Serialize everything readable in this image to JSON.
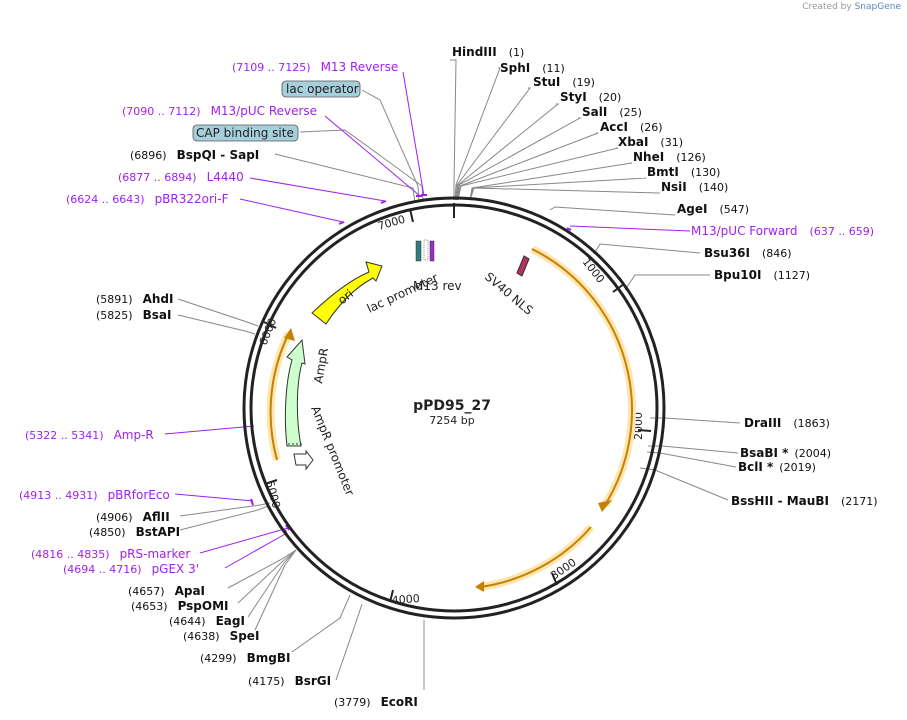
{
  "credit": {
    "prefix": "Created by",
    "brand": "SnapGene"
  },
  "plasmid": {
    "name": "pPD95_27",
    "length_label": "7254 bp",
    "length": 7254
  },
  "ticks": [
    "1000",
    "2000",
    "3000",
    "4000",
    "5000",
    "6000",
    "7000"
  ],
  "enzymes": [
    {
      "name": "HindIII",
      "pos": "(1)"
    },
    {
      "name": "SphI",
      "pos": "(11)"
    },
    {
      "name": "StuI",
      "pos": "(19)"
    },
    {
      "name": "StyI",
      "pos": "(20)"
    },
    {
      "name": "SalI",
      "pos": "(25)"
    },
    {
      "name": "AccI",
      "pos": "(26)"
    },
    {
      "name": "XbaI",
      "pos": "(31)"
    },
    {
      "name": "NheI",
      "pos": "(126)"
    },
    {
      "name": "BmtI",
      "pos": "(130)"
    },
    {
      "name": "NsiI",
      "pos": "(140)"
    },
    {
      "name": "AgeI",
      "pos": "(547)"
    },
    {
      "name": "Bsu36I",
      "pos": "(846)"
    },
    {
      "name": "Bpu10I",
      "pos": "(1127)"
    },
    {
      "name": "DraIII",
      "pos": "(1863)"
    },
    {
      "name": "BsaBI *",
      "pos": "(2004)"
    },
    {
      "name": "BclI *",
      "pos": "(2019)"
    },
    {
      "name": "BssHII - MauBI",
      "pos": "(2171)"
    },
    {
      "name": "EcoRI",
      "pos": "(3779)"
    },
    {
      "name": "BsrGI",
      "pos": "(4175)"
    },
    {
      "name": "BmgBI",
      "pos": "(4299)"
    },
    {
      "name": "SpeI",
      "pos": "(4638)"
    },
    {
      "name": "EagI",
      "pos": "(4644)"
    },
    {
      "name": "PspOMI",
      "pos": "(4653)"
    },
    {
      "name": "ApaI",
      "pos": "(4657)"
    },
    {
      "name": "BstAPI",
      "pos": "(4850)"
    },
    {
      "name": "AflII",
      "pos": "(4906)"
    },
    {
      "name": "BsaI",
      "pos": "(5825)"
    },
    {
      "name": "AhdI",
      "pos": "(5891)"
    },
    {
      "name": "BspQI - SapI",
      "pos": "(6896)"
    }
  ],
  "primers": [
    {
      "name": "M13 Reverse",
      "range": "(7109 .. 7125)"
    },
    {
      "name": "M13/pUC Reverse",
      "range": "(7090 .. 7112)"
    },
    {
      "name": "L4440",
      "range": "(6877 .. 6894)"
    },
    {
      "name": "pBR322ori-F",
      "range": "(6624 .. 6643)"
    },
    {
      "name": "M13/pUC Forward",
      "range": "(637 .. 659)"
    },
    {
      "name": "Amp-R",
      "range": "(5322 .. 5341)"
    },
    {
      "name": "pBRforEco",
      "range": "(4913 .. 4931)"
    },
    {
      "name": "pRS-marker",
      "range": "(4816 .. 4835)"
    },
    {
      "name": "pGEX 3'",
      "range": "(4694 .. 4716)"
    }
  ],
  "boxed_features": [
    "lac operator",
    "CAP binding site"
  ],
  "features": {
    "ori": "ori",
    "lac_promoter": "lac promoter",
    "m13_rev": "M13 rev",
    "sv40_nls": "SV40 NLS",
    "ampr": "AmpR",
    "ampr_promoter": "AmpR promoter"
  },
  "colors": {
    "primer": "#a020f0",
    "enzyme_line": "#888888",
    "backbone": "#222222",
    "orf_arrow": "#f0a000",
    "ori_fill": "#ffff00",
    "ampr_fill": "#ccffcc",
    "box_fill": "#a6cfdc",
    "nls_fill": "#b03060"
  }
}
